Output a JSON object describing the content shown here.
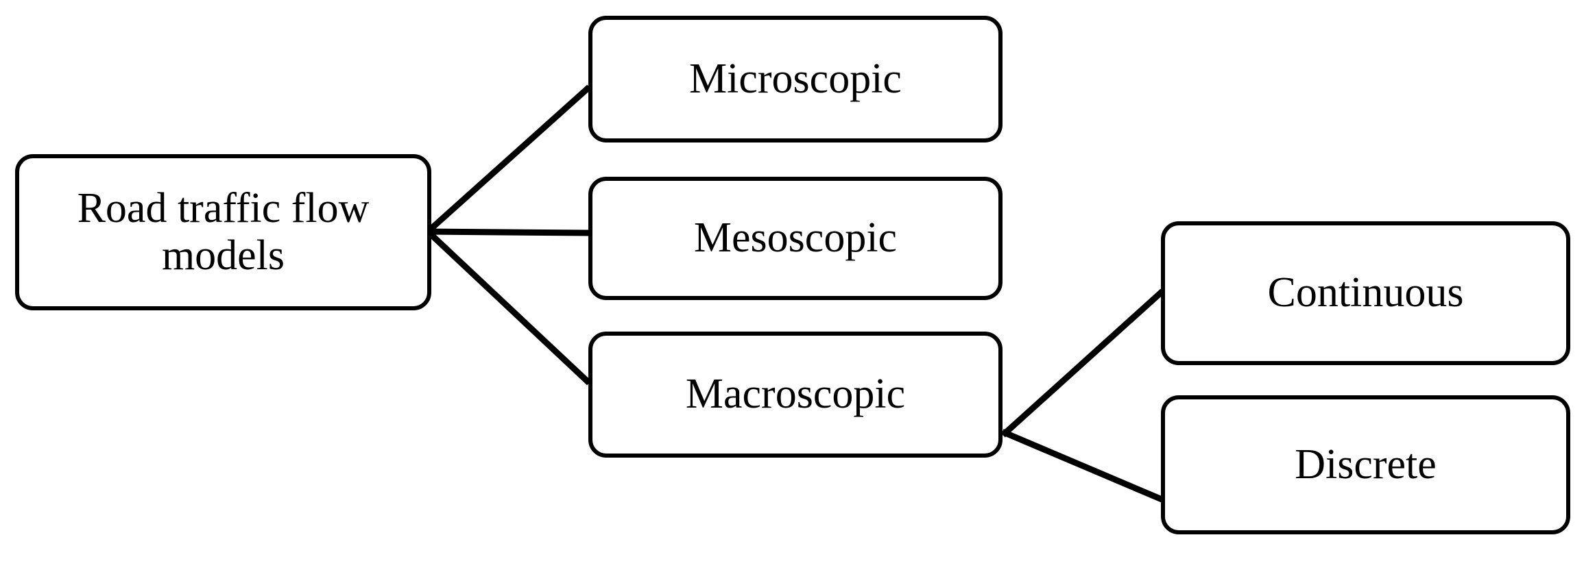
{
  "diagram": {
    "title": "Road traffic flow models",
    "type": "tree",
    "background_color": "#ffffff",
    "line_color": "#000000",
    "border_color": "#000000",
    "text_color": "#000000",
    "nodes": [
      {
        "id": "root",
        "label": "Road traffic flow\nmodels",
        "level": 0
      },
      {
        "id": "micro",
        "label": "Microscopic",
        "level": 1
      },
      {
        "id": "meso",
        "label": "Mesoscopic",
        "level": 1
      },
      {
        "id": "macro",
        "label": "Macroscopic",
        "level": 1
      },
      {
        "id": "continuous",
        "label": "Continuous",
        "level": 2
      },
      {
        "id": "discrete",
        "label": "Discrete",
        "level": 2
      }
    ],
    "edges": [
      {
        "from": "root",
        "to": "micro"
      },
      {
        "from": "root",
        "to": "meso"
      },
      {
        "from": "root",
        "to": "macro"
      },
      {
        "from": "macro",
        "to": "continuous"
      },
      {
        "from": "macro",
        "to": "discrete"
      }
    ]
  }
}
